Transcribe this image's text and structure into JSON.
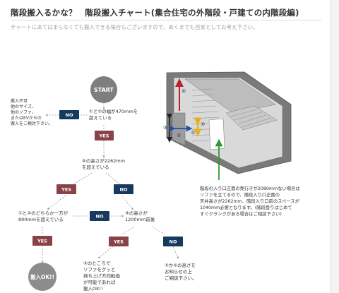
{
  "header": {
    "title": "階段搬入るかな？　階段搬入チャート(集合住宅の外階段・戸建ての内階段編)",
    "subtitle": "チャートにあてはまらなくても搬入できる場合もございますので、あくまでも目安としてお考え下さい。"
  },
  "flow": {
    "start": "START",
    "q1": [
      "①と②の幅が470mmを",
      "超えている"
    ],
    "q2": [
      "④の高さが2262mm",
      "を超えている"
    ],
    "q3": [
      "①と②のどちらか一方が",
      "890mmを超えている"
    ],
    "q4": [
      "③の高さが",
      "1200mm前後"
    ],
    "no1_result": [
      "搬入不可",
      "他のサイズ、",
      "他のソファ、",
      "またはEVからの",
      "搬入をご検討下さい。"
    ],
    "no4_result": [
      "③か⑤の高さを",
      "お知らせの上",
      "ご相談下さい。"
    ],
    "yes4_result": [
      "⑤のところで",
      "ソファをグッと",
      "持ち上げ方向転換",
      "が可能であれば",
      "搬入OK!!"
    ],
    "ok_badge": "搬入OK!!",
    "yes": "YES",
    "no": "NO"
  },
  "illustration": {
    "markers": [
      "①",
      "②",
      "③",
      "④",
      "⑤"
    ],
    "note": [
      "階段の入り口正面の奥行きが2080mmない場合は",
      "ソファを立てるので、階段入り口正面の",
      "天井高さが2262mm、階段入り口前のスペースが",
      "1040mm必要となります。(階段登りはじめて",
      "すぐクランクがある場合はご相談下さい)"
    ]
  },
  "colors": {
    "yes": "#8a4249",
    "no": "#163a5e",
    "start": "#7e7e7e",
    "ok": "#8c8c8c",
    "arrow_red": "#b8262b",
    "arrow_green": "#2f9a2f",
    "arrow_blue": "#1f4fa8",
    "arrow_yellow": "#e3b11c"
  }
}
